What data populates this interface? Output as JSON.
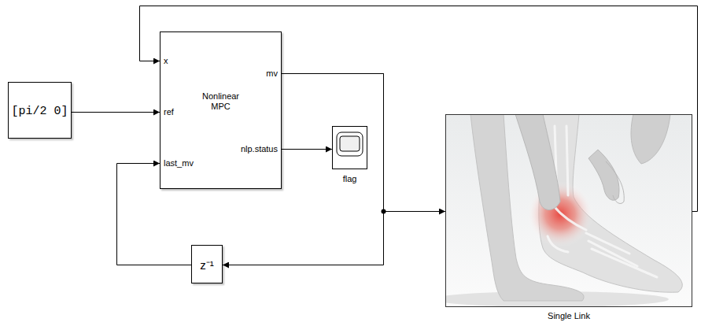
{
  "diagram": {
    "nodes": [
      {
        "text": [
          "[pi/2 0]"
        ]
      },
      {
        "text": [
          "x",
          "mv",
          "Nonlinear MPC",
          "ref",
          "nlp.status",
          "last_mv"
        ]
      },
      {
        "text": [
          "flag"
        ]
      },
      {
        "text": [
          "z⁻¹"
        ]
      },
      {
        "text": [
          "Single Link"
        ]
      }
    ],
    "edges": [
      {
        "from": 0,
        "to": 1,
        "arrow": "to"
      },
      {
        "from": 1,
        "to": 4,
        "arrow": "to"
      },
      {
        "from": 1,
        "to": 3,
        "arrow": "to"
      },
      {
        "from": 3,
        "to": 1,
        "arrow": "to"
      },
      {
        "from": 1,
        "to": 2,
        "arrow": "to"
      },
      {
        "from": 4,
        "to": 1,
        "arrow": "to"
      }
    ]
  }
}
